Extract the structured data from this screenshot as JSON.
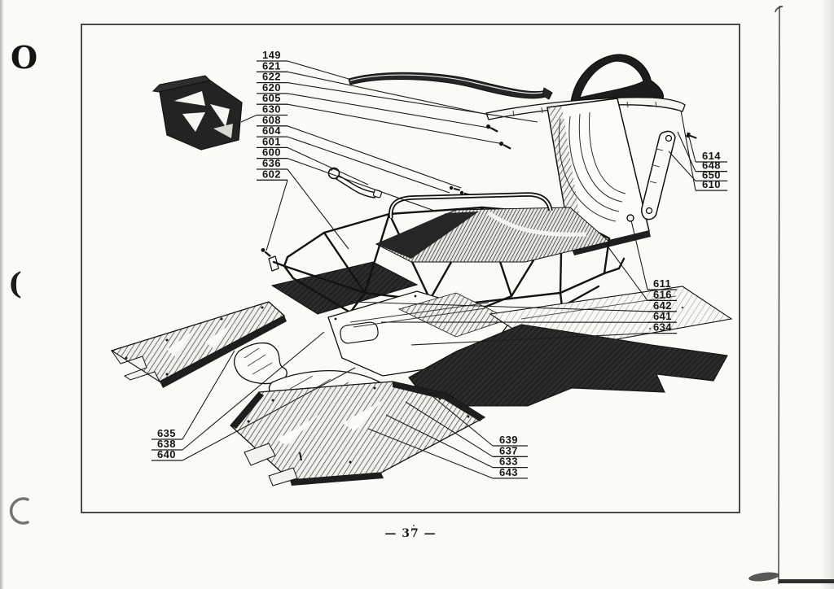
{
  "page": {
    "page_number": "— 37 —",
    "colors": {
      "paper": "#fbfaf7",
      "ink": "#1a1a1a"
    }
  },
  "scan_marks": {
    "binder_top": "O",
    "binder_middle": "(",
    "binder_bottom": "C"
  },
  "diagram": {
    "type": "exploded-parts-diagram",
    "label_groups": [
      {
        "name": "stack-top-left",
        "labels": [
          "149",
          "621",
          "622",
          "620",
          "605",
          "630",
          "608",
          "604",
          "601",
          "600",
          "636",
          "602"
        ]
      },
      {
        "name": "stack-right-upper",
        "labels": [
          "614",
          "648",
          "650",
          "610"
        ]
      },
      {
        "name": "stack-right-middle",
        "labels": [
          "611",
          "616",
          "642",
          "641",
          "634"
        ]
      },
      {
        "name": "stack-bottom-left",
        "labels": [
          "635",
          "638",
          "640"
        ]
      },
      {
        "name": "stack-bottom-right",
        "labels": [
          "639",
          "637",
          "633",
          "643"
        ]
      }
    ]
  }
}
